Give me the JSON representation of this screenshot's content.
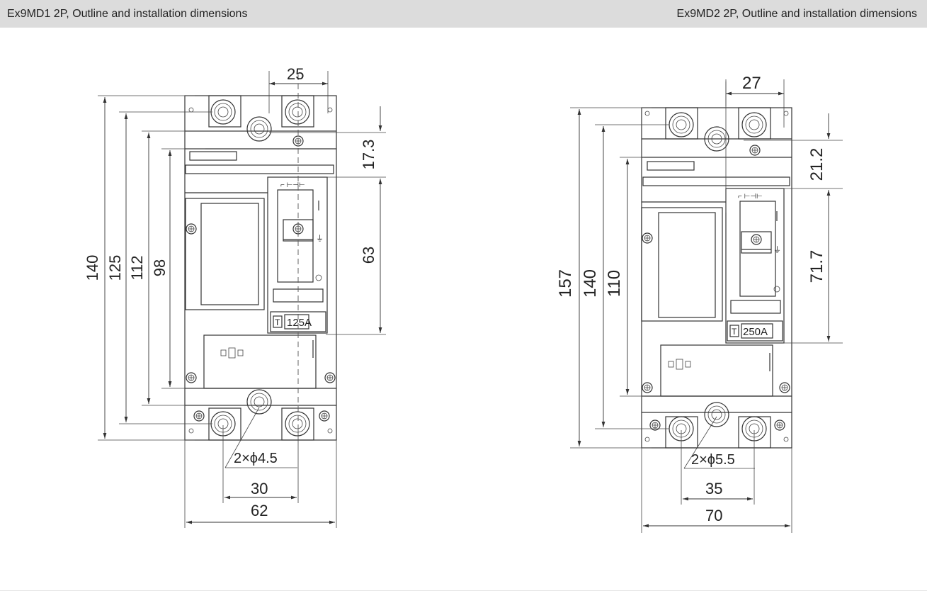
{
  "header": {
    "left_title": "Ex9MD1 2P, Outline and installation dimensions",
    "right_title": "Ex9MD2 2P,  Outline and installation dimensions"
  },
  "left_drawing": {
    "dims": {
      "top_width": "25",
      "height_140": "140",
      "height_125": "125",
      "height_112": "112",
      "height_98": "98",
      "right_17_3": "17.3",
      "right_63": "63",
      "hole_label": "2×ϕ4.5",
      "hole_spacing": "30",
      "total_width": "62"
    },
    "rating_prefix": "T",
    "rating": "125A"
  },
  "right_drawing": {
    "dims": {
      "top_width": "27",
      "height_157": "157",
      "height_140": "140",
      "height_110": "110",
      "right_21_2": "21.2",
      "right_71_7": "71.7",
      "hole_label": "2×ϕ5.5",
      "hole_spacing": "35",
      "total_width": "70"
    },
    "rating_prefix": "T",
    "rating": "250A"
  }
}
